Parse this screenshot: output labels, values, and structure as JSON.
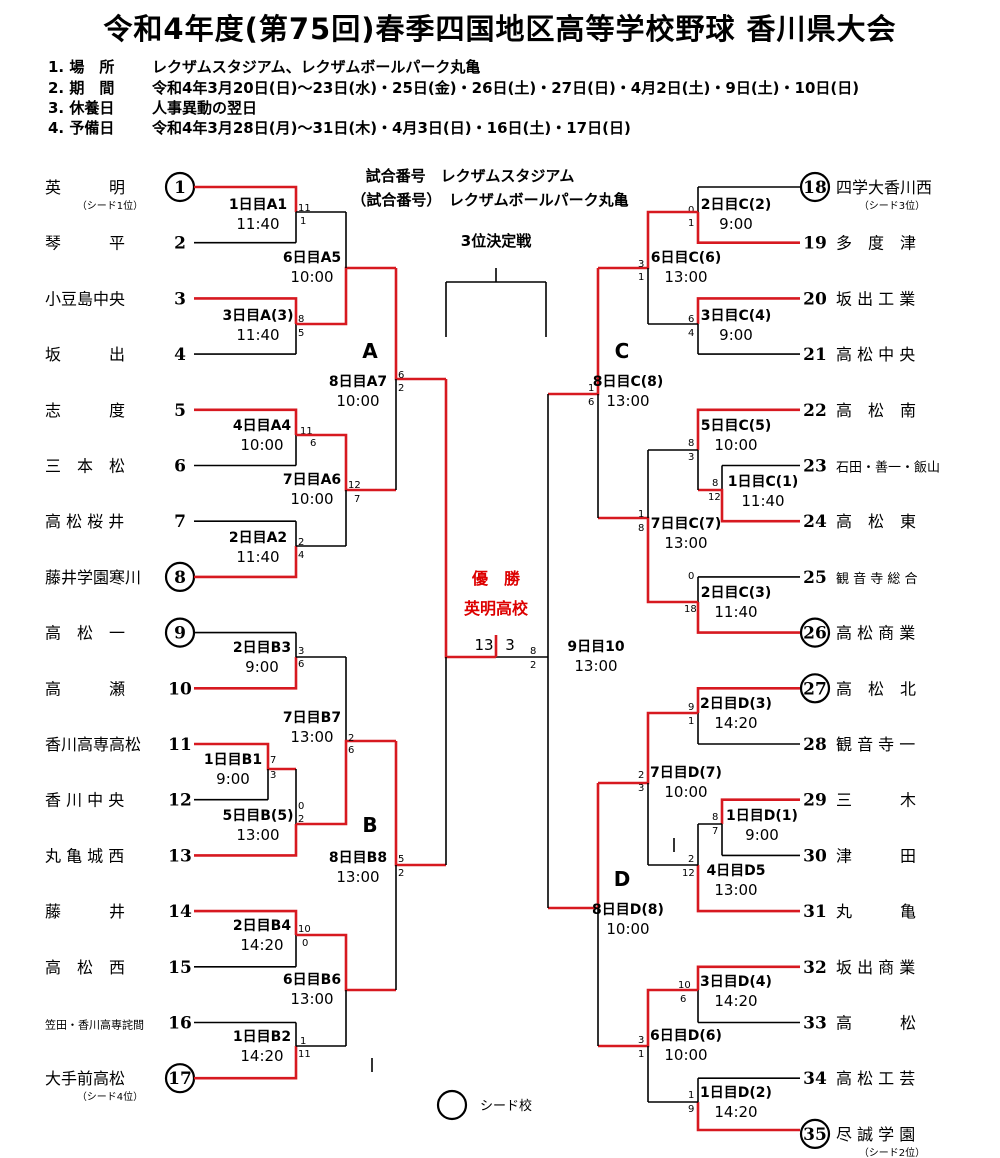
{
  "title": "令和4年度(第75回)春季四国地区高等学校野球 香川県大会",
  "info": [
    {
      "no": "1.",
      "label": "場　所",
      "value": "レクザムスタジアム、レクザムボールパーク丸亀"
    },
    {
      "no": "2.",
      "label": "期　間",
      "value": "令和4年3月20日(日)～23日(水)・25日(金)・26日(土)・27日(日)・4月2日(土)・9日(土)・10日(日)"
    },
    {
      "no": "3.",
      "label": "休養日",
      "value": "人事異動の翌日"
    },
    {
      "no": "4.",
      "label": "予備日",
      "value": "令和4年3月28日(月)～31日(木)・4月3日(日)・16日(土)・17日(日)"
    }
  ],
  "legend": {
    "line1": "試合番号　レクザムスタジアム",
    "line2": "（試合番号）　レクザムボールパーク丸亀",
    "third_place": "3位決定戦",
    "seed_label": "シード校"
  },
  "champion": {
    "label": "優　勝",
    "team": "英明高校",
    "score_left": "13",
    "score_right": "3"
  },
  "final": {
    "game": "9日目10",
    "time": "13:00",
    "score_top": "8",
    "score_bottom": "2"
  },
  "blocks": [
    "A",
    "B",
    "C",
    "D"
  ],
  "teams": [
    {
      "num": "1",
      "name": "英　　　明",
      "seeded": true,
      "note": "（シード1位）"
    },
    {
      "num": "2",
      "name": "琴　　　平"
    },
    {
      "num": "3",
      "name": "小豆島中央"
    },
    {
      "num": "4",
      "name": "坂　　　出"
    },
    {
      "num": "5",
      "name": "志　　　度"
    },
    {
      "num": "6",
      "name": "三　本　松"
    },
    {
      "num": "7",
      "name": "高 松 桜 井"
    },
    {
      "num": "8",
      "name": "藤井学園寒川",
      "seeded": true
    },
    {
      "num": "9",
      "name": "高　松　一",
      "seeded": true
    },
    {
      "num": "10",
      "name": "高　　　瀬"
    },
    {
      "num": "11",
      "name": "香川高専高松"
    },
    {
      "num": "12",
      "name": "香 川 中 央"
    },
    {
      "num": "13",
      "name": "丸 亀 城 西"
    },
    {
      "num": "14",
      "name": "藤　　　井"
    },
    {
      "num": "15",
      "name": "高　松　西"
    },
    {
      "num": "16",
      "name": "笠田・香川高専詫間"
    },
    {
      "num": "17",
      "name": "大手前高松",
      "seeded": true,
      "note": "（シード4位）"
    },
    {
      "num": "18",
      "name": "四学大香川西",
      "seeded": true,
      "note": "（シード3位）"
    },
    {
      "num": "19",
      "name": "多　度　津"
    },
    {
      "num": "20",
      "name": "坂 出 工 業"
    },
    {
      "num": "21",
      "name": "高 松 中 央"
    },
    {
      "num": "22",
      "name": "高　松　南"
    },
    {
      "num": "23",
      "name": "石田・善一・飯山"
    },
    {
      "num": "24",
      "name": "高　松　東"
    },
    {
      "num": "25",
      "name": "観 音 寺 総 合"
    },
    {
      "num": "26",
      "name": "高 松 商 業",
      "seeded": true
    },
    {
      "num": "27",
      "name": "高　松　北",
      "seeded": true
    },
    {
      "num": "28",
      "name": "観 音 寺 一"
    },
    {
      "num": "29",
      "name": "三　　　木"
    },
    {
      "num": "30",
      "name": "津　　　田"
    },
    {
      "num": "31",
      "name": "丸　　　亀"
    },
    {
      "num": "32",
      "name": "坂 出 商 業"
    },
    {
      "num": "33",
      "name": "高　　　松"
    },
    {
      "num": "34",
      "name": "高 松 工 芸"
    },
    {
      "num": "35",
      "name": "尽 誠 学 園",
      "seeded": true,
      "note": "（シード2位）"
    }
  ],
  "games": [
    {
      "id": "1日目A1",
      "time": "11:40",
      "s1": "11",
      "s2": "1"
    },
    {
      "id": "3日目A(3)",
      "time": "11:40",
      "s1": "8",
      "s2": "5"
    },
    {
      "id": "6日目A5",
      "time": "10:00"
    },
    {
      "id": "4日目A4",
      "time": "10:00",
      "s1": "11",
      "s2": "6"
    },
    {
      "id": "2日目A2",
      "time": "11:40",
      "s1": "2",
      "s2": "4"
    },
    {
      "id": "7日目A6",
      "time": "10:00",
      "s1": "12",
      "s2": "7"
    },
    {
      "id": "8日目A7",
      "time": "10:00",
      "s1": "6",
      "s2": "2"
    },
    {
      "id": "2日目B3",
      "time": "9:00",
      "s1": "3",
      "s2": "6"
    },
    {
      "id": "1日目B1",
      "time": "9:00",
      "s1": "7",
      "s2": "3"
    },
    {
      "id": "5日目B(5)",
      "time": "13:00",
      "s1": "0",
      "s2": "2"
    },
    {
      "id": "7日目B7",
      "time": "13:00",
      "s1": "2",
      "s2": "6"
    },
    {
      "id": "2日目B4",
      "time": "14:20",
      "s1": "10",
      "s2": "0"
    },
    {
      "id": "1日目B2",
      "time": "14:20",
      "s1": "1",
      "s2": "11"
    },
    {
      "id": "6日目B6",
      "time": "13:00"
    },
    {
      "id": "8日目B8",
      "time": "13:00",
      "s1": "5",
      "s2": "2"
    },
    {
      "id": "2日目C(2)",
      "time": "9:00",
      "s1": "0",
      "s2": "1"
    },
    {
      "id": "3日目C(4)",
      "time": "9:00",
      "s1": "6",
      "s2": "4"
    },
    {
      "id": "6日目C(6)",
      "time": "13:00",
      "s1": "3",
      "s2": "1"
    },
    {
      "id": "5日目C(5)",
      "time": "10:00",
      "s1": "8",
      "s2": "3"
    },
    {
      "id": "1日目C(1)",
      "time": "11:40",
      "s1": "8",
      "s2": "12"
    },
    {
      "id": "2日目C(3)",
      "time": "11:40",
      "s1": "0",
      "s2": "18"
    },
    {
      "id": "7日目C(7)",
      "time": "13:00",
      "s1": "1",
      "s2": "8"
    },
    {
      "id": "8日目C(8)",
      "time": "13:00",
      "s1": "1",
      "s2": "6"
    },
    {
      "id": "2日目D(3)",
      "time": "14:20",
      "s1": "9",
      "s2": "1"
    },
    {
      "id": "1日目D(1)",
      "time": "9:00",
      "s1": "8",
      "s2": "7"
    },
    {
      "id": "4日目D5",
      "time": "13:00",
      "s1": "2",
      "s2": "12"
    },
    {
      "id": "7日目D(7)",
      "time": "10:00",
      "s1": "2",
      "s2": "3"
    },
    {
      "id": "3日目D(4)",
      "time": "14:20",
      "s1": "10",
      "s2": "6"
    },
    {
      "id": "1日目D(2)",
      "time": "14:20",
      "s1": "1",
      "s2": "9"
    },
    {
      "id": "6日目D(6)",
      "time": "10:00",
      "s1": "3",
      "s2": "1"
    },
    {
      "id": "8日目D(8)",
      "time": "10:00"
    }
  ]
}
